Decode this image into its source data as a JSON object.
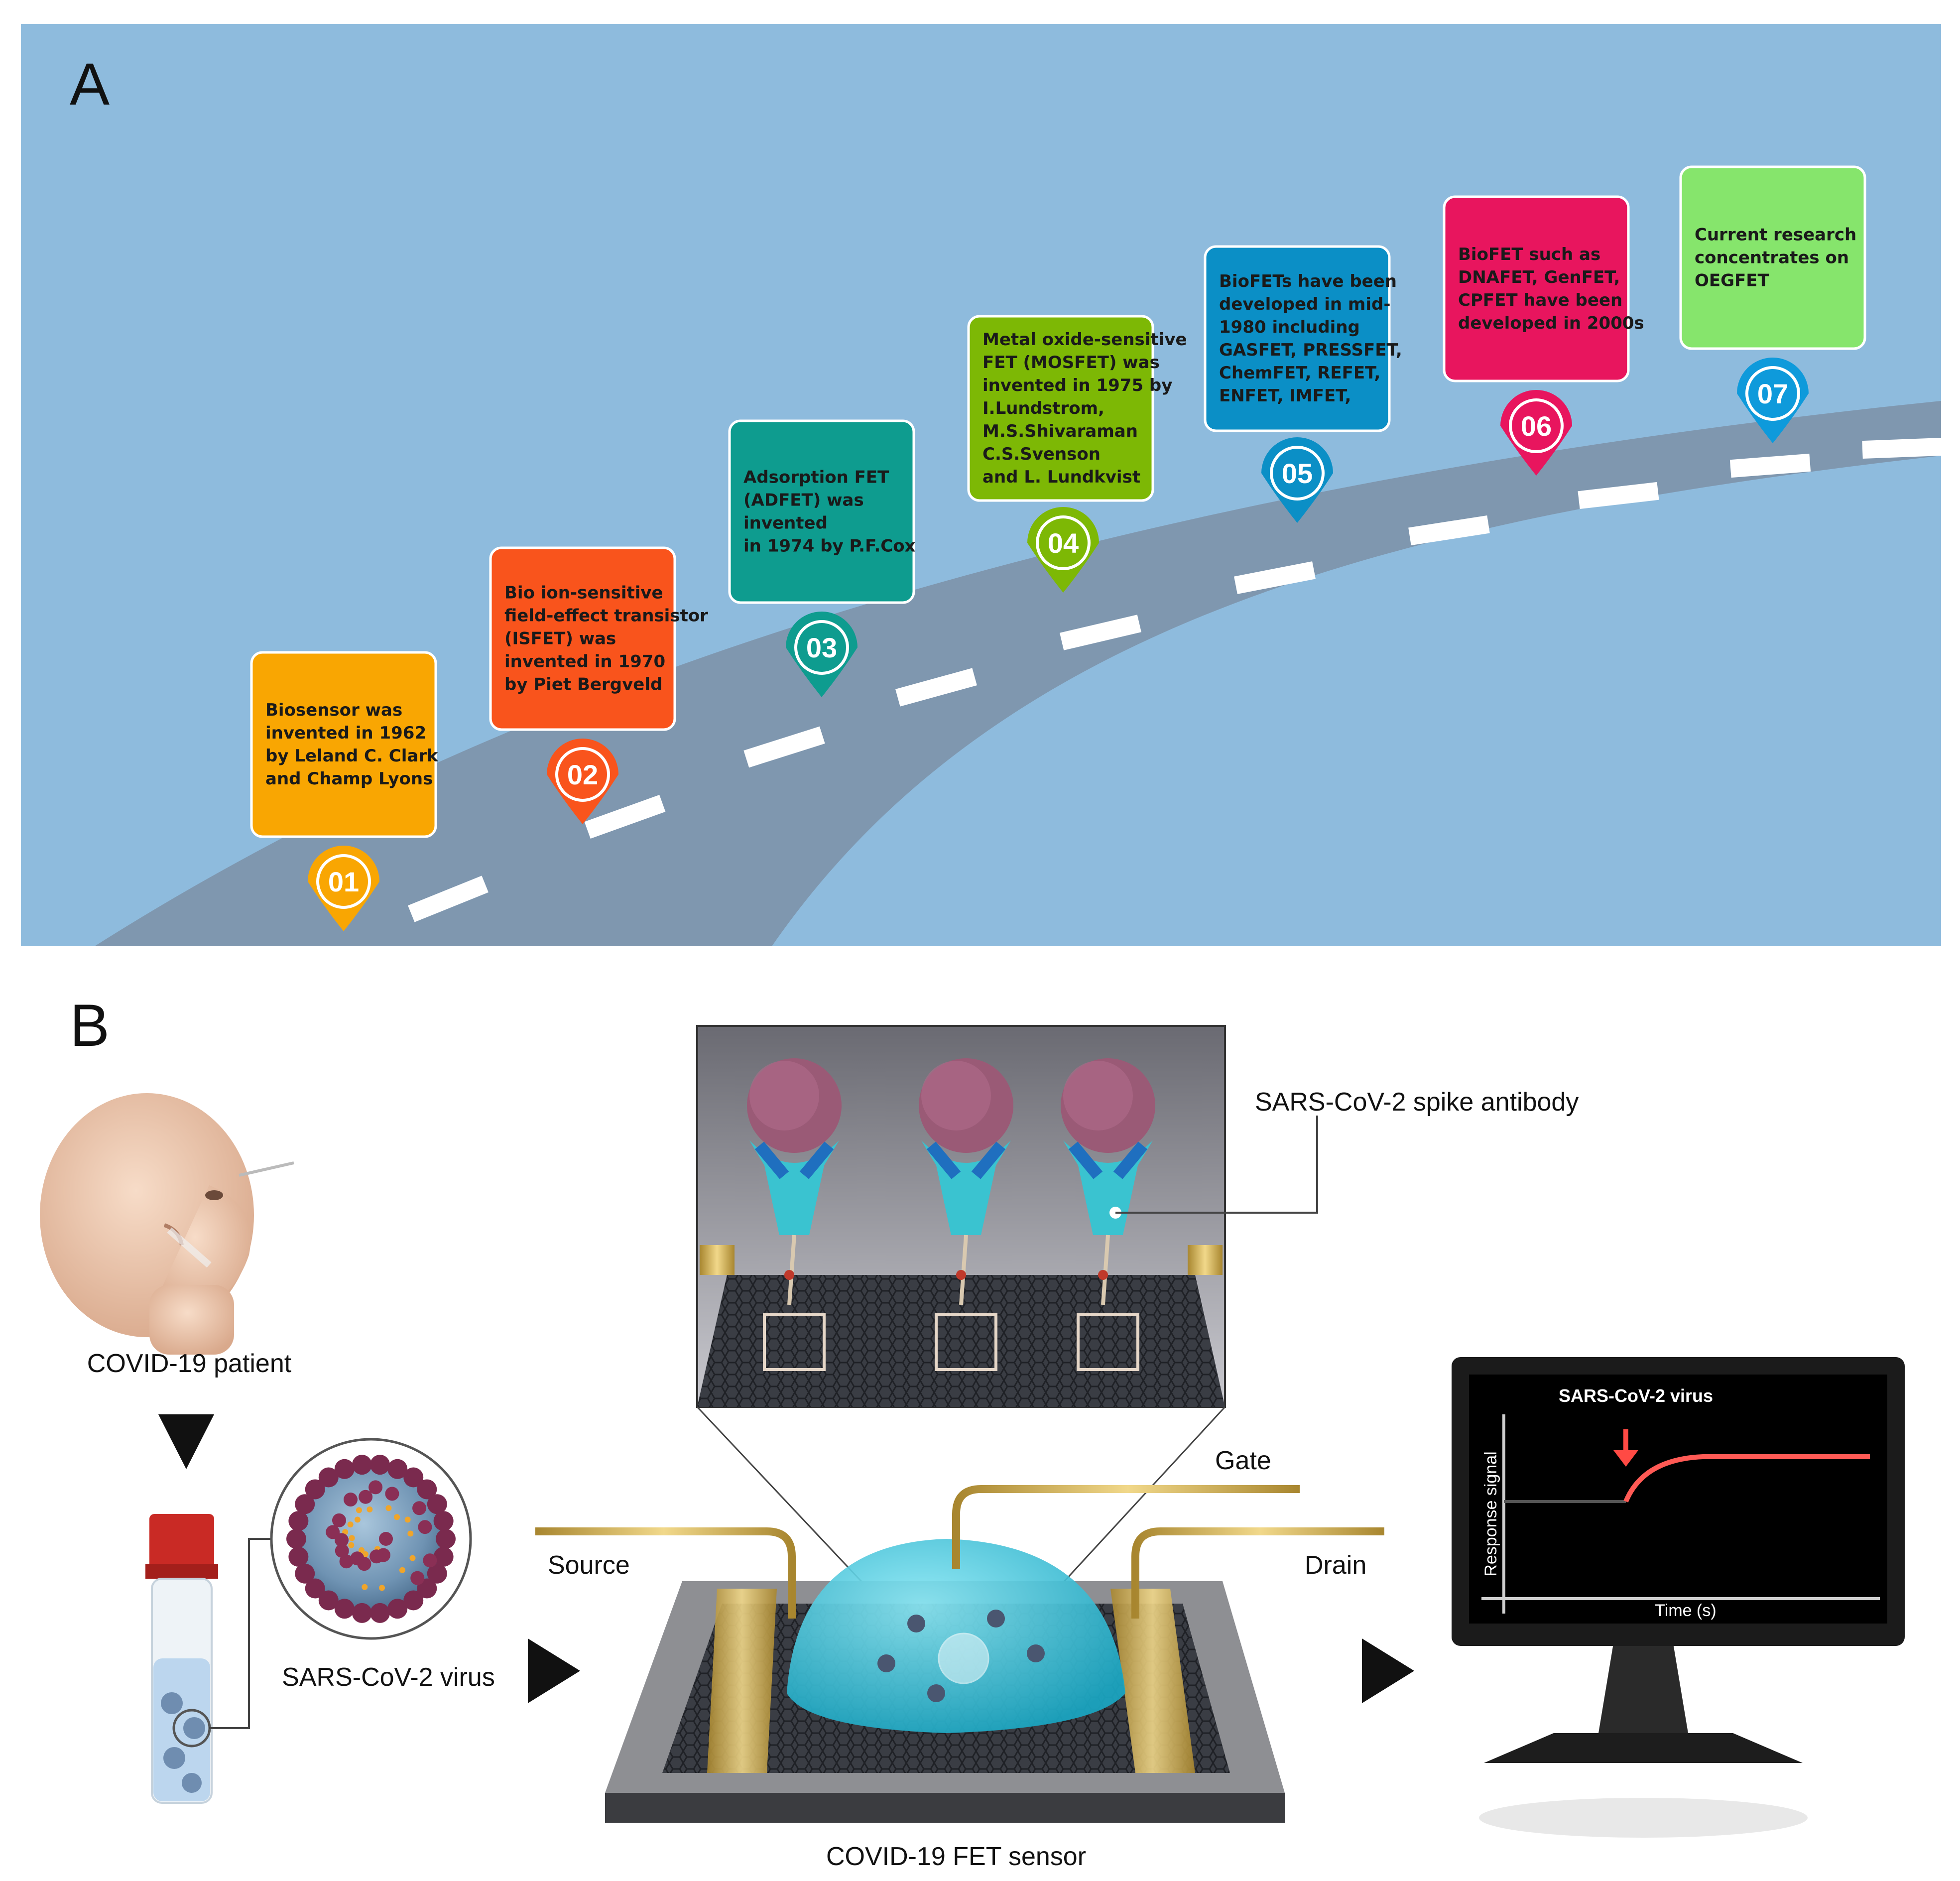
{
  "panel_a": {
    "label": "A",
    "milestones": [
      {
        "num": "01",
        "color": "#F9A602",
        "lines": [
          "Biosensor was",
          "invented in 1962",
          "by Leland C. Clark",
          "and Champ Lyons"
        ]
      },
      {
        "num": "02",
        "color": "#F9541C",
        "lines": [
          "Bio ion-sensitive",
          "field-effect transistor",
          "(ISFET) was",
          "invented in 1970",
          "by Piet Bergveld"
        ]
      },
      {
        "num": "03",
        "color": "#0E9C8F",
        "lines": [
          "Adsorption FET",
          "(ADFET) was",
          "invented",
          "in 1974 by P.F.Cox"
        ]
      },
      {
        "num": "04",
        "color": "#7DB805",
        "lines": [
          "Metal oxide-sensitive",
          "FET (MOSFET) was",
          "invented in 1975 by",
          "I.Lundstrom,",
          "M.S.Shivaraman",
          "C.S.Svenson",
          "and L. Lundkvist"
        ]
      },
      {
        "num": "05",
        "color": "#0B8FC6",
        "lines": [
          "BioFETs have been",
          "developed in mid-",
          "1980 including",
          "GASFET, PRESSFET,",
          "ChemFET, REFET,",
          "ENFET, IMFET,"
        ]
      },
      {
        "num": "06",
        "color": "#E8155E",
        "lines": [
          "BioFET such as",
          "DNAFET, GenFET,",
          "CPFET have been",
          "developed in 2000s"
        ]
      },
      {
        "num": "07",
        "color": "#86E56C",
        "pin_color": "#0E9ADB",
        "lines": [
          "Current research",
          "concentrates on",
          "OEGFET"
        ]
      }
    ]
  },
  "panel_b": {
    "label": "B",
    "patient_label": "COVID-19 patient",
    "virus_label": "SARS-CoV-2 virus",
    "antibody_label": "SARS-CoV-2  spike antibody",
    "gate_label": "Gate",
    "source_label": "Source",
    "drain_label": "Drain",
    "sensor_label": "COVID-19 FET sensor",
    "monitor": {
      "virus_label": "SARS-CoV-2 virus",
      "y_label": "Response signal",
      "x_label": "Time (s)"
    }
  }
}
